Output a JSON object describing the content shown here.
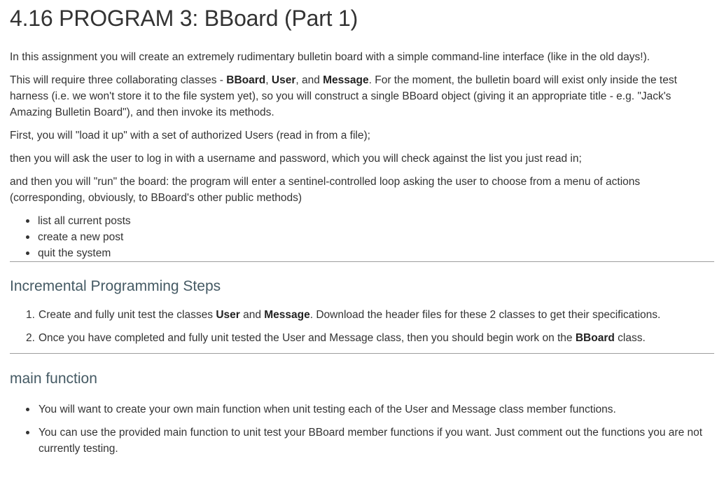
{
  "title": "4.16 PROGRAM 3: BBoard (Part 1)",
  "intro": "In this assignment you will create an extremely rudimentary bulletin board with a simple command-line interface (like in the old days!).",
  "para2": {
    "t1": "This will require three collaborating classes - ",
    "b1": "BBoard",
    "t2": ", ",
    "b2": "User",
    "t3": ", and ",
    "b3": "Message",
    "t4": ". For the moment, the bulletin board will exist only inside the test harness (i.e. we won't store it to the file system yet), so you will construct a single BBoard object (giving it an appropriate title - e.g. \"Jack's Amazing Bulletin Board\"), and then invoke its methods."
  },
  "para3": "First, you will \"load it up\" with a set of authorized Users (read in from a file);",
  "para4": "then you will ask the user to log in with a username and password, which you will check against the list you just read in;",
  "para5": "and then you will \"run\" the board: the program will enter a sentinel-controlled loop asking the user to choose from a menu of actions (corresponding, obviously, to BBoard's other public methods)",
  "menu_items": [
    "list all current posts",
    "create a new post",
    "quit the system"
  ],
  "section1": {
    "heading": "Incremental Programming Steps",
    "steps": [
      {
        "num": "1.",
        "t1": "Create and fully unit test the classes ",
        "b1": "User",
        "t2": " and ",
        "b2": "Message",
        "t3": ". Download the header files for these 2 classes to get their specifications."
      },
      {
        "num": "2.",
        "t1": "Once you have completed and fully unit tested the User and Message class, then you should begin work on the ",
        "b1": "BBoard",
        "t2": " class."
      }
    ]
  },
  "section2": {
    "heading": "main function",
    "items": [
      "You will want to create your own main function when unit testing each of the User and Message class member functions.",
      "You can use the provided main function to unit test your BBoard member functions if you want. Just comment out the functions you are not currently testing."
    ]
  }
}
